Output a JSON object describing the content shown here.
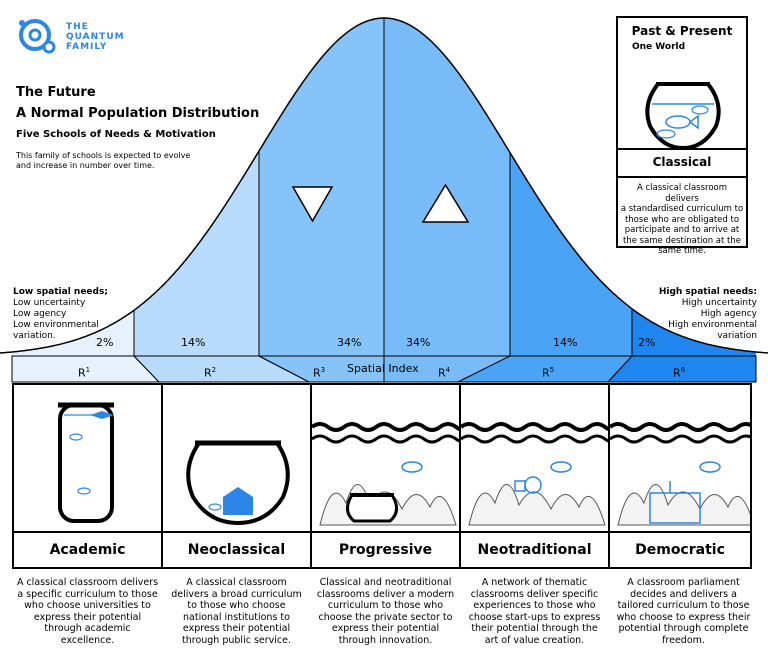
{
  "logo": {
    "line1": "THE",
    "line2": "QUANTUM",
    "line3": "FAMILY",
    "color": "#2b86e8"
  },
  "heading": {
    "title": "The Future",
    "subtitle": "A Normal Population Distribution",
    "tagline": "Five Schools of Needs & Motivation",
    "note_line1": "This family of schools is expected to evolve",
    "note_line2": "and increase in number over time."
  },
  "low_side": {
    "title": "Low spatial needs;",
    "lines": [
      "Low uncertainty",
      "Low agency",
      "Low environmental",
      "variation."
    ]
  },
  "high_side": {
    "title": "High spatial needs:",
    "lines": [
      "High uncertainty",
      "High agency",
      "High environmental",
      "variation"
    ]
  },
  "distribution": {
    "percentages": [
      "2%",
      "14%",
      "34%",
      "34%",
      "14%",
      "2%"
    ],
    "band_colors": [
      "#e6f1fc",
      "#b9dbfb",
      "#86c3f9",
      "#77bcf8",
      "#4aa3f5",
      "#1f86f0"
    ],
    "axis_label": "Spatial Index",
    "regions": [
      {
        "letter": "R",
        "sup": "1"
      },
      {
        "letter": "R",
        "sup": "2"
      },
      {
        "letter": "R",
        "sup": "3"
      },
      {
        "letter": "R",
        "sup": "4"
      },
      {
        "letter": "R",
        "sup": "5"
      },
      {
        "letter": "R",
        "sup": "6"
      }
    ],
    "triangle_icons": [
      "triangle-down",
      "triangle-up"
    ]
  },
  "past_present": {
    "title": "Past & Present",
    "subtitle": "One World",
    "school": "Classical",
    "lines": [
      "A classical classroom delivers",
      "a standardised curriculum to",
      "those who are obligated to",
      "participate and to arrive at",
      "the same destination at the",
      "same time."
    ]
  },
  "schools": [
    {
      "name": "Academic",
      "lines": [
        "A classical classroom delivers",
        "a specific curriculum to those",
        "who choose universities to",
        "express their potential",
        "through academic",
        "excellence."
      ]
    },
    {
      "name": "Neoclassical",
      "lines": [
        "A classical classroom",
        "delivers a broad curriculum",
        "to those who choose",
        "national institutions to",
        "express their potential",
        "through public service."
      ]
    },
    {
      "name": "Progressive",
      "lines": [
        "Classical and neotraditional",
        "classrooms deliver a modern",
        "curriculum to those who",
        "choose the private sector to",
        "express their potential",
        "through innovation."
      ]
    },
    {
      "name": "Neotraditional",
      "lines": [
        "A network of thematic",
        "classrooms deliver specific",
        "experiences to those who",
        "choose start-ups to express",
        "their potential through the",
        "art of value creation."
      ]
    },
    {
      "name": "Democratic",
      "lines": [
        "A classroom parliament",
        "decides and delivers a",
        "tailored curriculum to those",
        "who choose to express their",
        "potential through complete",
        "freedom."
      ]
    }
  ],
  "accent_color": "#2b86e8"
}
